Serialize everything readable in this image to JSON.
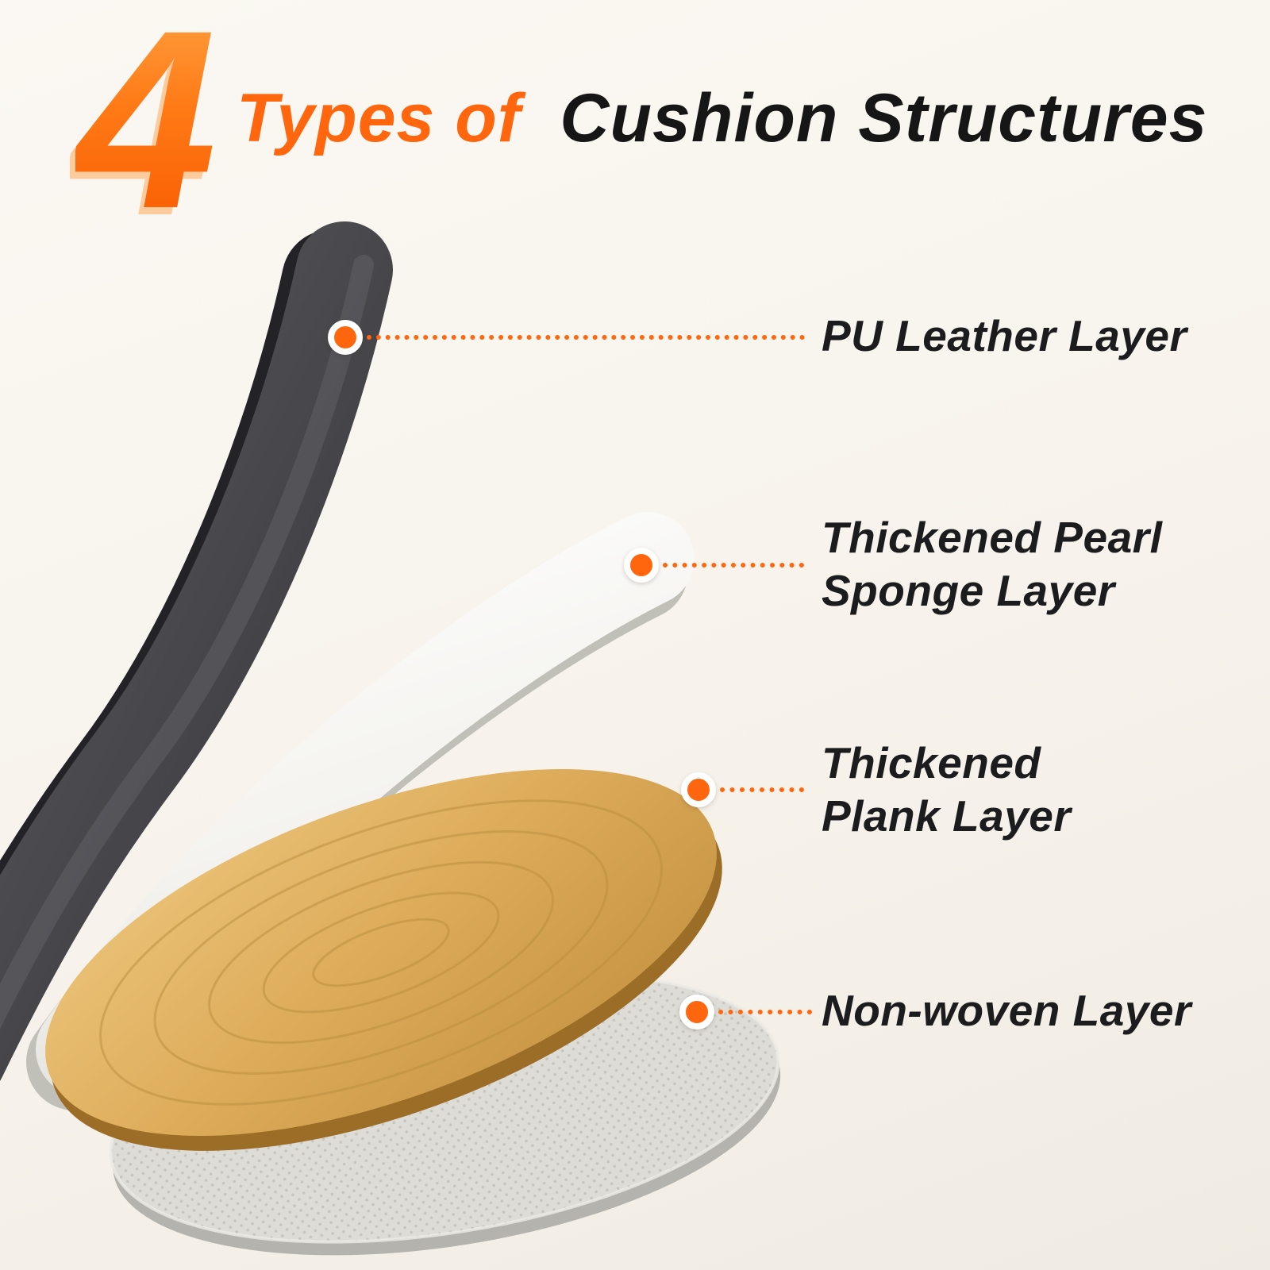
{
  "title": {
    "number": "4",
    "highlight": "Types of",
    "rest": "Cushion Structures",
    "accent_color": "#ff660d",
    "text_color": "#161616"
  },
  "layers": [
    {
      "name": "PU Leather Layer",
      "color": "#48484c"
    },
    {
      "name": "Thickened Pearl Sponge Layer",
      "color": "#f3f2ee"
    },
    {
      "name": "Thickened Plank Layer",
      "color": "#d8a856"
    },
    {
      "name": "Non-woven Layer",
      "color": "#dbdad6"
    }
  ],
  "callouts": [
    {
      "lines": [
        "PU Leather Layer"
      ]
    },
    {
      "lines": [
        "Thickened Pearl",
        "Sponge Layer"
      ]
    },
    {
      "lines": [
        "Thickened",
        "Plank Layer"
      ]
    },
    {
      "lines": [
        "Non-woven Layer"
      ]
    }
  ]
}
